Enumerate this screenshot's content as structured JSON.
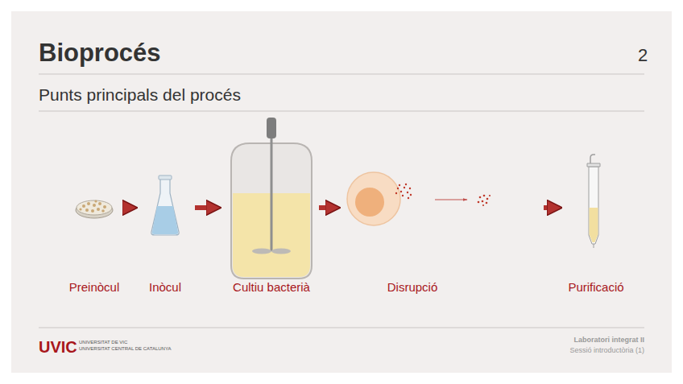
{
  "diagram": {
    "title": "Bioprocés",
    "nodes": [
      {
        "text": [
          "Preinòcul"
        ]
      },
      {
        "text": [
          "Inòcul"
        ]
      },
      {
        "text": [
          "Cultiu bacterià"
        ]
      },
      {
        "text": [
          "Disrupció"
        ]
      },
      {
        "text": [
          "Purificació"
        ]
      }
    ],
    "edges": [
      {
        "from": 0,
        "to": 1,
        "arrow": "to"
      },
      {
        "from": 1,
        "to": 2,
        "arrow": "to"
      },
      {
        "from": 2,
        "to": 3,
        "arrow": "to"
      },
      {
        "from": 3,
        "to": 4,
        "arrow": "to"
      }
    ],
    "labels": [
      "2",
      "Punts principals del procés",
      "UVIC",
      "UNIVERSITAT DE VIC",
      "UNIVERSITAT CENTRAL DE CATALUNYA",
      "Laboratori integrat II",
      "Sessió introductòria (1)"
    ]
  }
}
